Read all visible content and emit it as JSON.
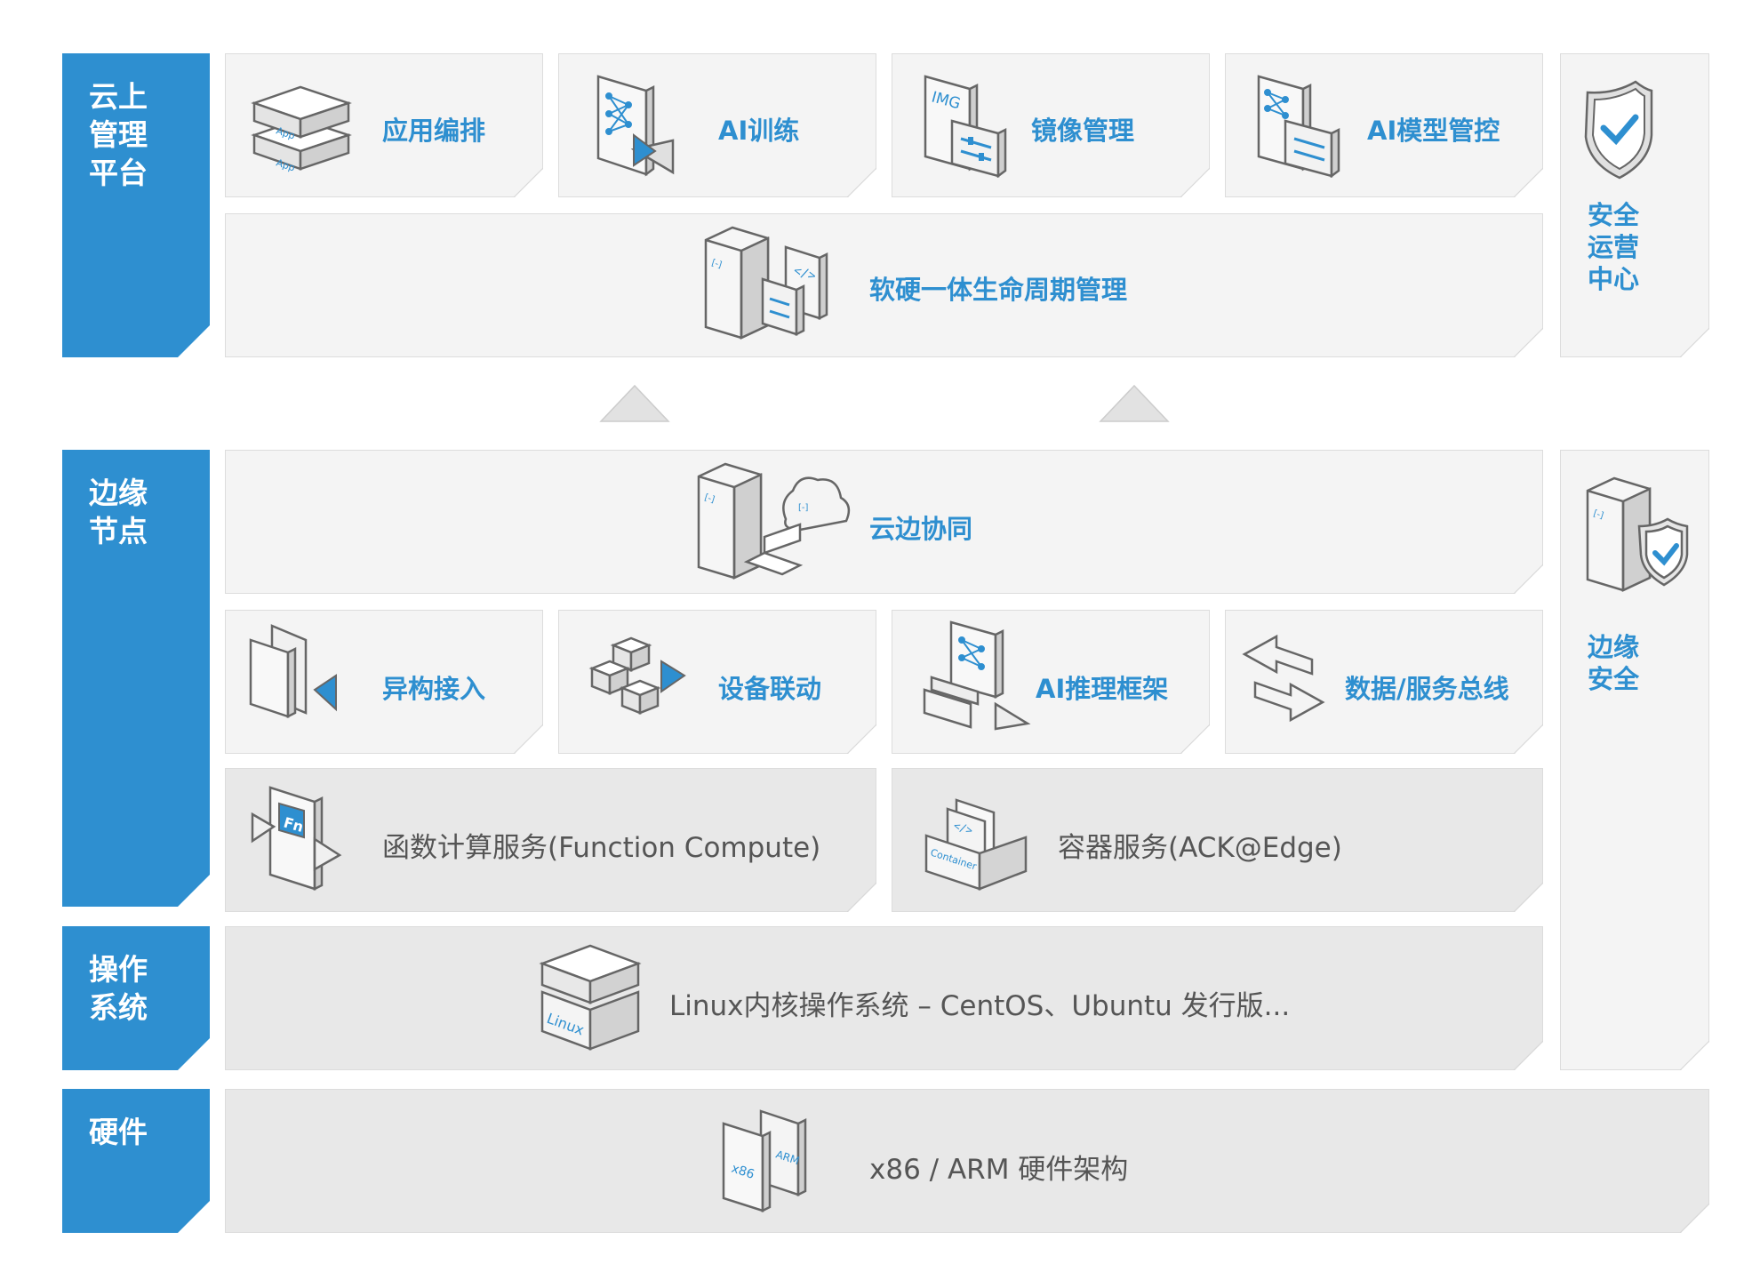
{
  "layers": {
    "cloud": {
      "line1": "云上",
      "line2": "管理",
      "line3": "平台"
    },
    "edge": {
      "line1": "边缘",
      "line2": "节点"
    },
    "os": {
      "line1": "操作",
      "line2": "系统"
    },
    "hw": {
      "line1": "硬件"
    }
  },
  "cloud_items": [
    {
      "label": "应用编排",
      "icon": "app-stack-icon"
    },
    {
      "label": "AI训练",
      "icon": "ai-training-icon"
    },
    {
      "label": "镜像管理",
      "icon": "image-management-icon"
    },
    {
      "label": "AI模型管控",
      "icon": "ai-model-control-icon"
    }
  ],
  "lifecycle": {
    "label": "软硬一体生命周期管理",
    "icon": "lifecycle-server-icon"
  },
  "security_center": {
    "line1": "安全",
    "line2": "运营",
    "line3": "中心",
    "icon": "shield-check-icon"
  },
  "cloud_edge": {
    "label": "云边协同",
    "icon": "cloud-edge-sync-icon"
  },
  "edge_items": [
    {
      "label": "异构接入",
      "icon": "heterogeneous-access-icon"
    },
    {
      "label": "设备联动",
      "icon": "device-linkage-icon"
    },
    {
      "label": "AI推理框架",
      "icon": "ai-inference-icon"
    },
    {
      "label": "数据/服务总线",
      "icon": "data-bus-icon"
    }
  ],
  "function_compute": {
    "label": "函数计算服务(Function Compute)",
    "icon_text": "Fn",
    "icon": "function-compute-icon"
  },
  "container": {
    "label": "容器服务(ACK@Edge)",
    "icon_text": "Container",
    "icon": "container-icon"
  },
  "edge_security": {
    "line1": "边缘",
    "line2": "安全",
    "icon": "server-shield-icon"
  },
  "os_row": {
    "label": "Linux内核操作系统 – CentOS、Ubuntu 发行版...",
    "icon_text": "Linux",
    "icon": "linux-cube-icon"
  },
  "hw_row": {
    "label": "x86 / ARM 硬件架构",
    "icon_text_a": "x86",
    "icon_text_b": "ARM",
    "icon": "hardware-boards-icon"
  },
  "app_icon_text": "App",
  "img_icon_text": "IMG",
  "colors": {
    "accent": "#2e8fd0",
    "box": "#f4f4f4",
    "box_dark": "#e8e8e8",
    "text_gray": "#555555"
  }
}
